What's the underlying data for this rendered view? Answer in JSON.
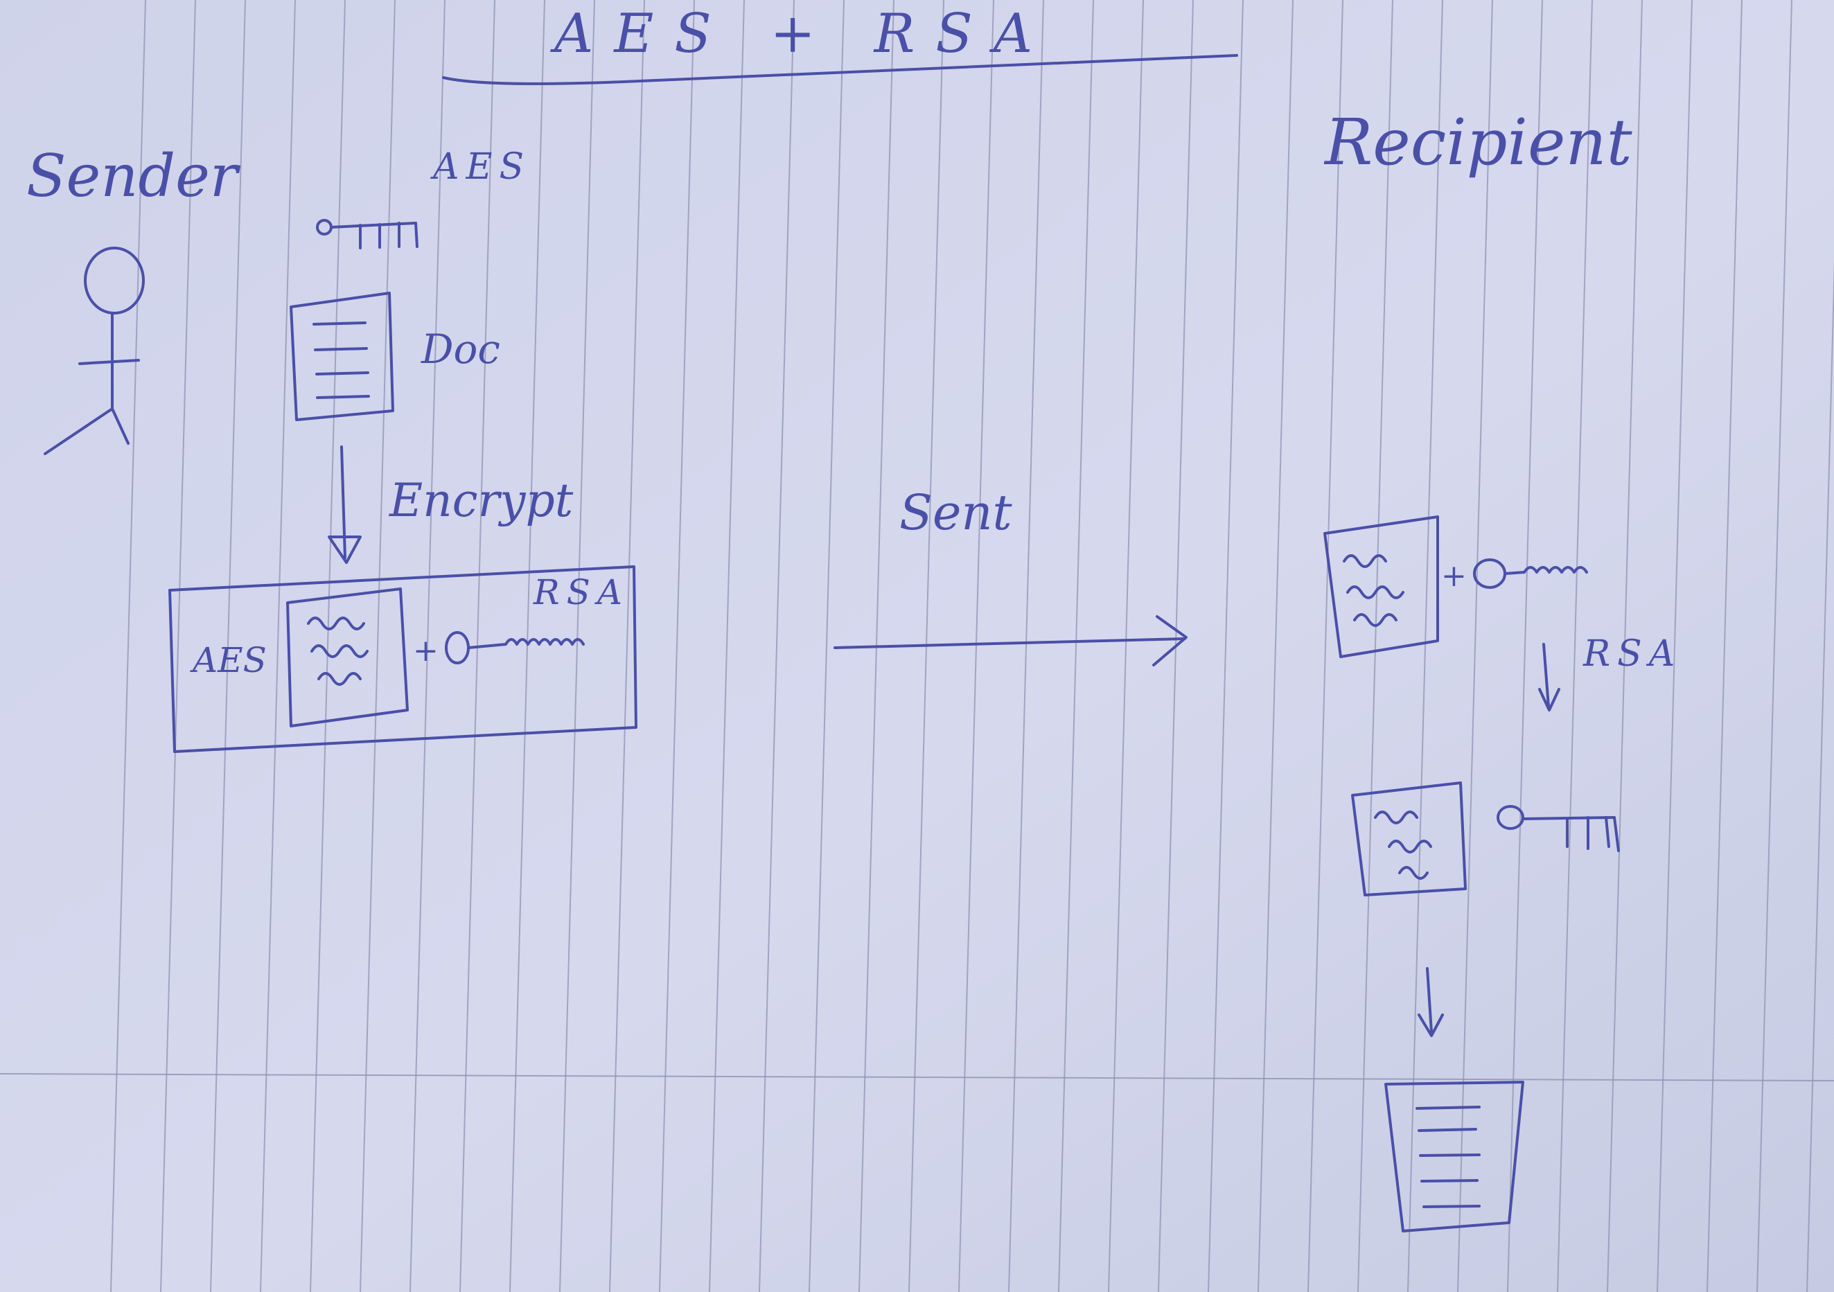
{
  "title": "AES + RSA",
  "sender": {
    "label": "Sender",
    "key_label": "AES",
    "doc_label": "Doc",
    "encrypt_label": "Encrypt",
    "package": {
      "aes_label": "AES",
      "rsa_label": "RSA",
      "plus": "+"
    }
  },
  "transfer": {
    "label": "Sent"
  },
  "recipient": {
    "label": "Recipient",
    "plus": "+",
    "rsa_label": "RSA"
  },
  "colors": {
    "ink": "#4a4fa8",
    "paper": "#d2d6ea",
    "ruling": "#8e93b3"
  },
  "icons": [
    "stick-figure-icon",
    "key-icon",
    "document-icon",
    "encrypted-document-icon",
    "arrow-down-icon",
    "arrow-right-icon"
  ]
}
